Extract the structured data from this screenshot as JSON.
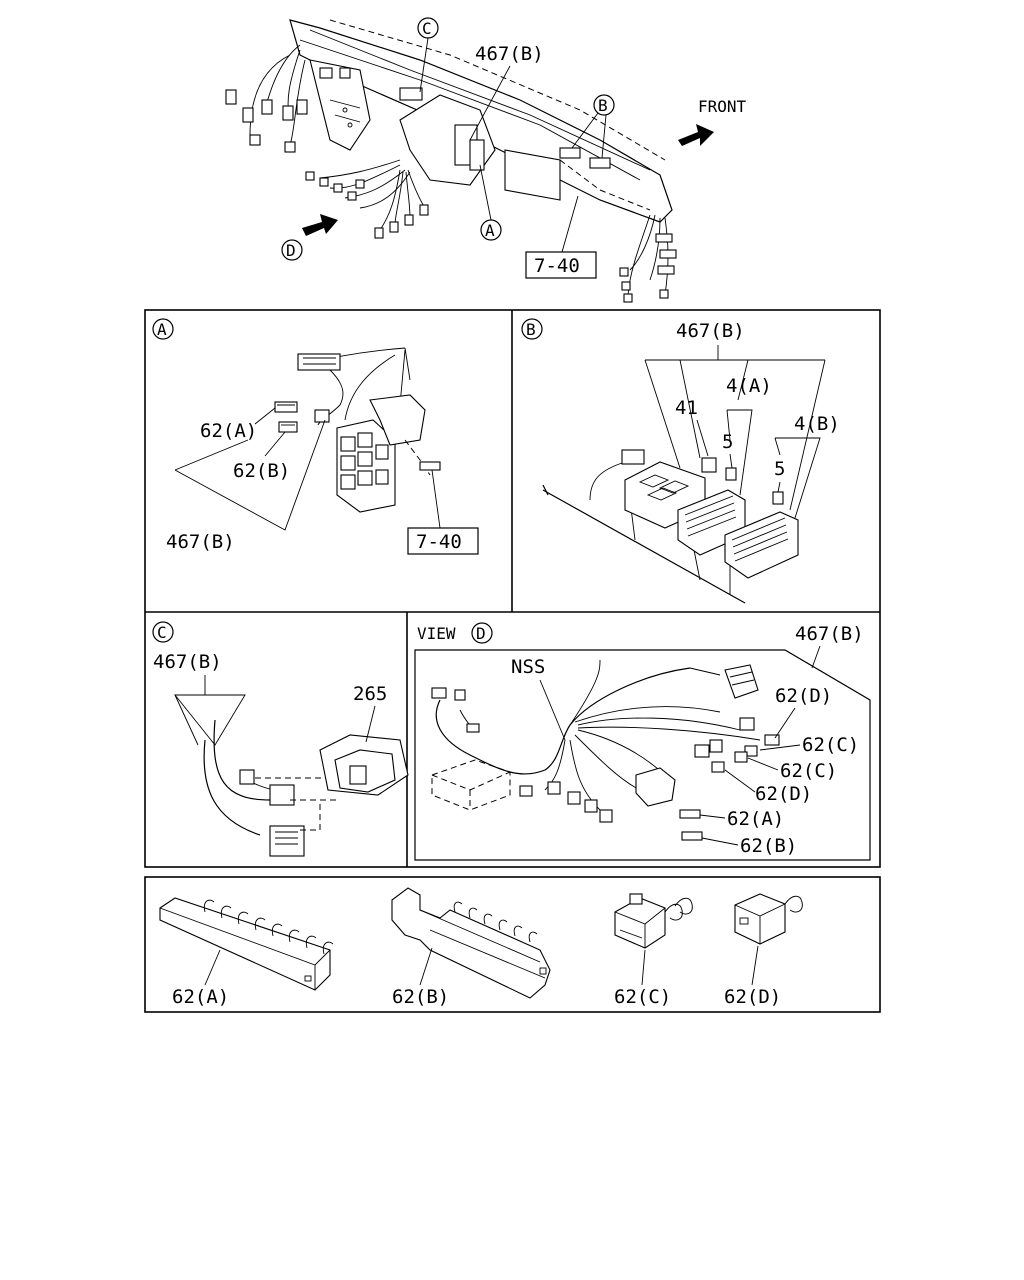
{
  "overview": {
    "callout_c": "C",
    "callout_b": "B",
    "callout_a": "A",
    "callout_d": "D",
    "part_467b": "467(B)",
    "front_label": "FRONT",
    "ref_box": "7-40"
  },
  "panel_a": {
    "tag": "A",
    "label_62a": "62(A)",
    "label_62b": "62(B)",
    "label_467b": "467(B)",
    "ref_box": "7-40"
  },
  "panel_b": {
    "tag": "B",
    "label_467b": "467(B)",
    "label_4a": "4(A)",
    "label_41": "41",
    "label_5a": "5",
    "label_4b": "4(B)",
    "label_5b": "5"
  },
  "panel_c": {
    "tag": "C",
    "label_467b": "467(B)",
    "label_265": "265"
  },
  "panel_d": {
    "title_prefix": "VIEW",
    "tag": "D",
    "label_467b": "467(B)",
    "label_nss": "NSS",
    "label_62d_1": "62(D)",
    "label_62c_1": "62(C)",
    "label_62c_2": "62(C)",
    "label_62d_2": "62(D)",
    "label_62a": "62(A)",
    "label_62b": "62(B)"
  },
  "legend": {
    "label_62a": "62(A)",
    "label_62b": "62(B)",
    "label_62c": "62(C)",
    "label_62d": "62(D)"
  }
}
